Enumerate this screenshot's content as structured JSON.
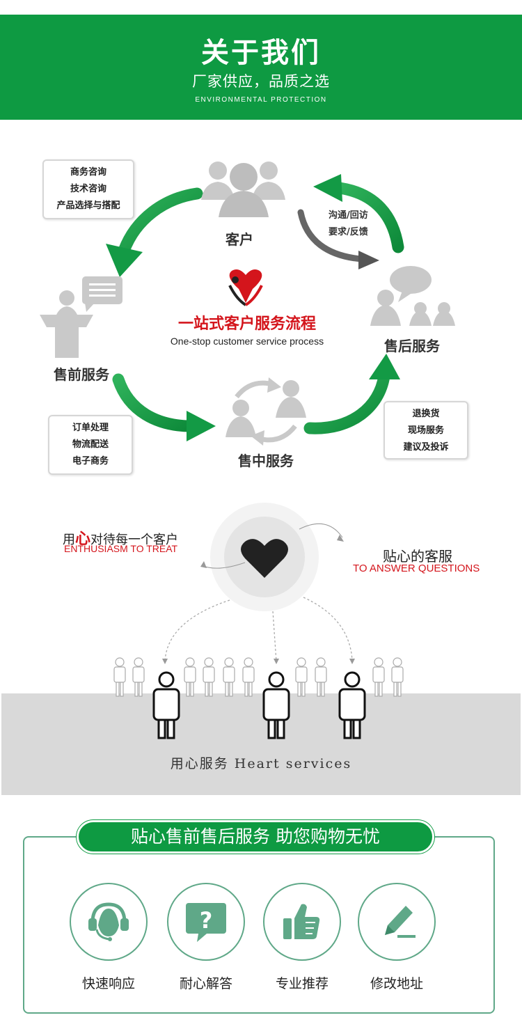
{
  "header": {
    "title": "关于我们",
    "subtitle": "厂家供应，品质之选",
    "en": "ENVIRONMENTAL PROTECTION"
  },
  "cycle": {
    "center_cn": "一站式客户服务流程",
    "center_en": "One-stop customer service process",
    "nodes": {
      "customer": "客户",
      "presale": "售前服务",
      "insale": "售中服务",
      "aftersale": "售后服务"
    },
    "boxes": {
      "top_left": [
        "商务咨询",
        "技术咨询",
        "产品选择与搭配"
      ],
      "bottom_left": [
        "订单处理",
        "物流配送",
        "电子商务"
      ],
      "bottom_right": [
        "退换货",
        "现场服务",
        "建议及投诉"
      ]
    },
    "arrow_notes": [
      "沟通/回访",
      "要求/反馈"
    ]
  },
  "heart": {
    "left_cn_pre": "用",
    "left_cn_red": "心",
    "left_cn_post": "对待每一个客户",
    "left_en": "ENTHUSIASM TO TREAT",
    "right_cn": "贴心的客服",
    "right_en": "TO ANSWER QUESTIONS",
    "caption": "用心服务 Heart services"
  },
  "panel": {
    "title": "贴心售前售后服务 助您购物无忧",
    "features": [
      {
        "label": "快速响应",
        "icon": "headset-icon"
      },
      {
        "label": "耐心解答",
        "icon": "question-bubble-icon"
      },
      {
        "label": "专业推荐",
        "icon": "thumbs-up-icon"
      },
      {
        "label": "修改地址",
        "icon": "pencil-icon"
      }
    ]
  },
  "colors": {
    "brand_green": "#0e9a42",
    "panel_green": "#5fa888",
    "accent_red": "#d4151c",
    "gray_icon": "#c9c9c9"
  }
}
